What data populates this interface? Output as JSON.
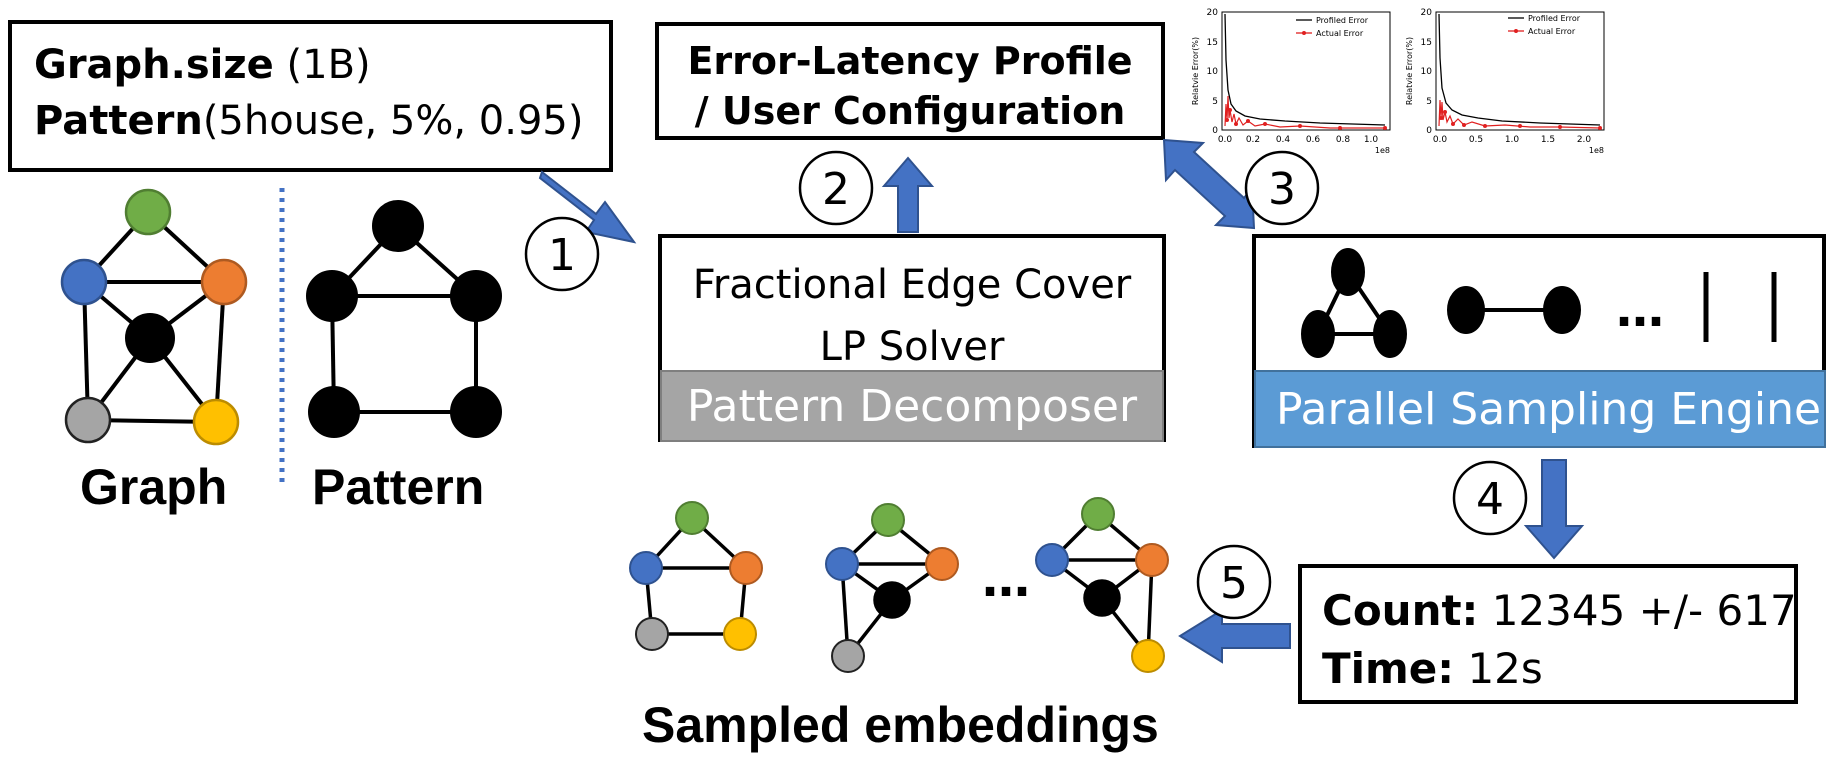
{
  "input_box": {
    "line1_bold": "Graph.size",
    "line1_rest": " (1B)",
    "line2_bold": "Pattern",
    "line2_rest": "(5house,  5%, 0.95)"
  },
  "profile_box": {
    "line1": "Error-Latency Profile",
    "line2": "/ User Configuration"
  },
  "decomposer_box": {
    "line1": "Fractional Edge Cover",
    "line2": "LP Solver",
    "band": "Pattern Decomposer"
  },
  "engine_box": {
    "ellipsis": "…",
    "band": "Parallel Sampling Engine"
  },
  "result_box": {
    "count_label": "Count:",
    "count_value": " 12345 +/- 617",
    "time_label": "Time:",
    "time_value": " 12s"
  },
  "labels": {
    "graph": "Graph",
    "pattern": "Pattern",
    "sampled": "Sampled embeddings",
    "embeddings_ellipsis": "…"
  },
  "steps": [
    "1",
    "2",
    "3",
    "4",
    "5"
  ],
  "charts": [
    {
      "ylabel": "Relatvie Error(%)",
      "y_ticks": [
        "0",
        "5",
        "10",
        "15",
        "20"
      ],
      "x_ticks": [
        "0.0",
        "0.2",
        "0.4",
        "0.6",
        "0.8",
        "1.0"
      ],
      "offset": "1e8",
      "legend": [
        "Profiled Error",
        "Actual Error"
      ]
    },
    {
      "ylabel": "Relatvie Error(%)",
      "y_ticks": [
        "0",
        "5",
        "10",
        "15",
        "20"
      ],
      "x_ticks": [
        "0.0",
        "0.5",
        "1.0",
        "1.5",
        "2.0"
      ],
      "offset": "1e8",
      "legend": [
        "Profiled Error",
        "Actual Error"
      ]
    }
  ],
  "colors": {
    "arrow": "#4472c4",
    "node_green": "#70ad47",
    "node_orange": "#ed7d31",
    "node_blue": "#4472c4",
    "node_gray": "#a5a5a5",
    "node_yellow": "#ffc000",
    "band_gray": "#a5a5a5",
    "band_blue": "#5b9bd5"
  }
}
